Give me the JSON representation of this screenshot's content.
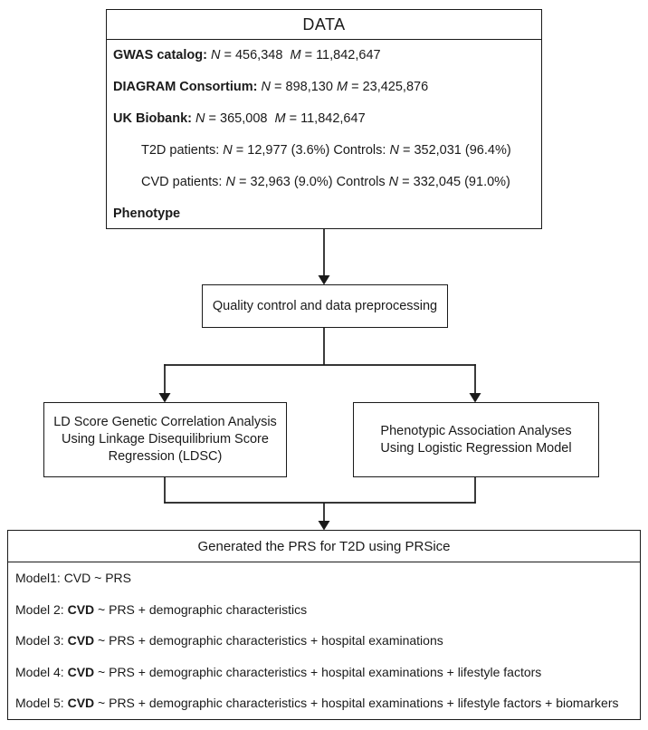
{
  "style": {
    "ink_color": "#1a1a1a",
    "background_color": "#ffffff"
  },
  "data_box": {
    "title": "DATA",
    "sources": [
      {
        "label": "GWAS catalog: ",
        "n_sym": "N",
        "n_val": " = 456,348  ",
        "m_sym": "M",
        "m_val": " = 11,842,647"
      },
      {
        "label": "DIAGRAM Consortium: ",
        "n_sym": "N",
        "n_val": " = 898,130 ",
        "m_sym": "M",
        "m_val": " = 23,425,876"
      },
      {
        "label": "UK Biobank: ",
        "n_sym": "N",
        "n_val": " = 365,008  ",
        "m_sym": "M",
        "m_val": " = 11,842,647"
      }
    ],
    "cohorts": [
      {
        "pre": "T2D patients: ",
        "n1": "N",
        "mid": " = 12,977 (3.6%) Controls: ",
        "n2": "N",
        "post": " = 352,031 (96.4%)"
      },
      {
        "pre": "CVD patients: ",
        "n1": "N",
        "mid": " = 32,963 (9.0%) Controls ",
        "n2": "N",
        "post": " = 332,045 (91.0%)"
      }
    ],
    "phenotype_label": "Phenotype"
  },
  "qc_box": {
    "label": "Quality control and data preprocessing"
  },
  "ldsc_box": {
    "lines": [
      "LD Score Genetic Correlation Analysis",
      "Using Linkage Disequilibrium Score",
      "Regression (LDSC)"
    ]
  },
  "pheno_box": {
    "lines": [
      "Phenotypic Association Analyses",
      "Using Logistic Regression Model"
    ]
  },
  "prs_box": {
    "title": "Generated the PRS for T2D using PRSice",
    "models": [
      {
        "pre": "Model1: CVD ~ PRS",
        "cvd": "",
        "post": ""
      },
      {
        "pre": "Model 2: ",
        "cvd": "CVD",
        "post": " ~ PRS + demographic characteristics"
      },
      {
        "pre": "Model 3: ",
        "cvd": "CVD",
        "post": " ~ PRS + demographic characteristics + hospital examinations"
      },
      {
        "pre": "Model 4: ",
        "cvd": "CVD",
        "post": " ~ PRS + demographic characteristics + hospital examinations + lifestyle factors"
      },
      {
        "pre": "Model 5: ",
        "cvd": "CVD",
        "post": " ~ PRS + demographic characteristics + hospital examinations + lifestyle factors + biomarkers"
      }
    ]
  }
}
